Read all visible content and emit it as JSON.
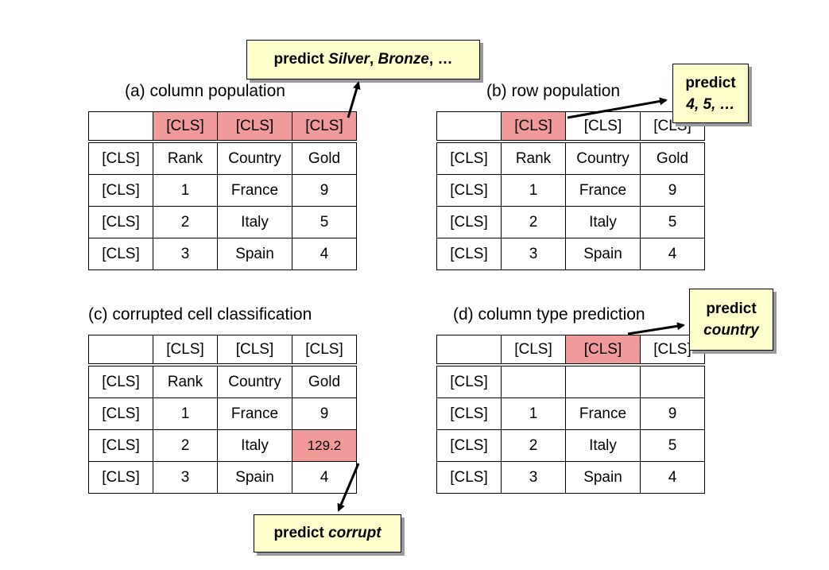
{
  "panels": {
    "a": {
      "title": "(a) column population",
      "header": [
        "",
        "[CLS]",
        "[CLS]",
        "[CLS]"
      ],
      "rows": [
        [
          "[CLS]",
          "Rank",
          "Country",
          "Gold"
        ],
        [
          "[CLS]",
          "1",
          "France",
          "9"
        ],
        [
          "[CLS]",
          "2",
          "Italy",
          "5"
        ],
        [
          "[CLS]",
          "3",
          "Spain",
          "4"
        ]
      ],
      "callout": {
        "prefix": "predict ",
        "items": "Silver",
        "sep1": ", ",
        "items2": "Bronze",
        "sep2": ", …"
      }
    },
    "b": {
      "title": "(b) row population",
      "header": [
        "",
        "[CLS]",
        "[CLS]",
        "[CLS]"
      ],
      "rows": [
        [
          "[CLS]",
          "Rank",
          "Country",
          "Gold"
        ],
        [
          "[CLS]",
          "1",
          "France",
          "9"
        ],
        [
          "[CLS]",
          "2",
          "Italy",
          "5"
        ],
        [
          "[CLS]",
          "3",
          "Spain",
          "4"
        ]
      ],
      "callout": {
        "line1": "predict",
        "line2": "4, 5, …"
      }
    },
    "c": {
      "title": "(c) corrupted cell classification",
      "header": [
        "",
        "[CLS]",
        "[CLS]",
        "[CLS]"
      ],
      "rows": [
        [
          "[CLS]",
          "Rank",
          "Country",
          "Gold"
        ],
        [
          "[CLS]",
          "1",
          "France",
          "9"
        ],
        [
          "[CLS]",
          "2",
          "Italy",
          "129.2"
        ],
        [
          "[CLS]",
          "3",
          "Spain",
          "4"
        ]
      ],
      "callout": {
        "prefix": "predict ",
        "word": "corrupt"
      }
    },
    "d": {
      "title": "(d) column type prediction",
      "header": [
        "",
        "[CLS]",
        "[CLS]",
        "[CLS]"
      ],
      "rows": [
        [
          "[CLS]",
          "",
          "",
          ""
        ],
        [
          "[CLS]",
          "1",
          "France",
          "9"
        ],
        [
          "[CLS]",
          "2",
          "Italy",
          "5"
        ],
        [
          "[CLS]",
          "3",
          "Spain",
          "4"
        ]
      ],
      "callout": {
        "line1": "predict",
        "line2": "country"
      }
    }
  },
  "colors": {
    "highlight": "#f19a9a",
    "callout_bg": "#ffffcc"
  }
}
